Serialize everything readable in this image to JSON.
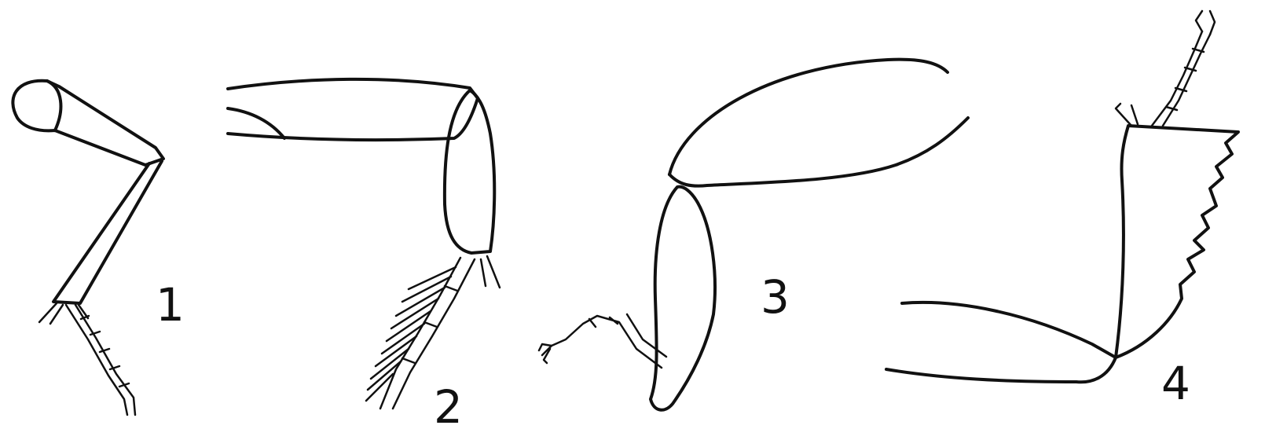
{
  "figure": {
    "panels": [
      {
        "label": "1"
      },
      {
        "label": "2"
      },
      {
        "label": "3"
      },
      {
        "label": "4"
      }
    ],
    "ink_color": "#111111",
    "background": "#ffffff"
  }
}
